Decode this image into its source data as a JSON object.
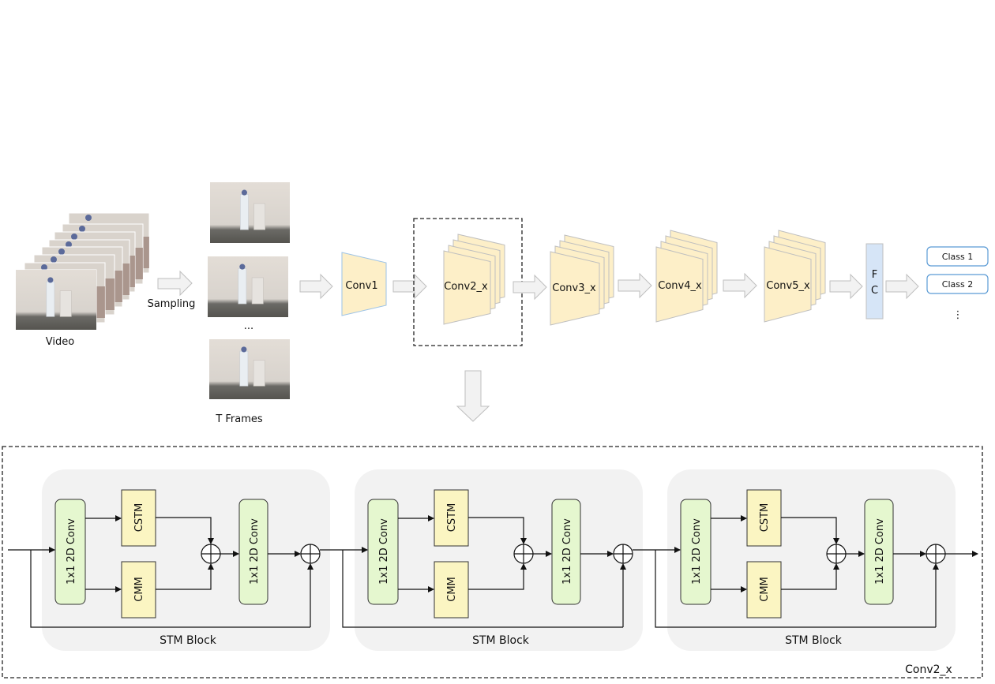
{
  "pipeline": {
    "video_label": "Video",
    "sampling_label": "Sampling",
    "frames_label": "T Frames",
    "frames_ellipsis": "...",
    "stages": [
      {
        "id": "conv1",
        "label": "Conv1"
      },
      {
        "id": "conv2",
        "label": "Conv2_x"
      },
      {
        "id": "conv3",
        "label": "Conv3_x"
      },
      {
        "id": "conv4",
        "label": "Conv4_x"
      },
      {
        "id": "conv5",
        "label": "Conv5_x"
      }
    ],
    "fc_label_line1": "F",
    "fc_label_line2": "C",
    "classes": [
      "Class 1",
      "Class 2"
    ],
    "classes_ellipsis": "⋮"
  },
  "detail": {
    "container_label": "Conv2_x",
    "blocks": [
      {
        "title": "STM Block",
        "conv_in": "1x1 2D Conv",
        "branch_top": "CSTM",
        "branch_bottom": "CMM",
        "conv_out": "1x1 2D Conv"
      },
      {
        "title": "STM Block",
        "conv_in": "1x1 2D Conv",
        "branch_top": "CSTM",
        "branch_bottom": "CMM",
        "conv_out": "1x1 2D Conv"
      },
      {
        "title": "STM Block",
        "conv_in": "1x1 2D Conv",
        "branch_top": "CSTM",
        "branch_bottom": "CMM",
        "conv_out": "1x1 2D Conv"
      }
    ]
  },
  "colors": {
    "conv_fill": "#fdefc8",
    "fc_fill": "#d6e5f7",
    "green_fill": "#e5f7cf",
    "yellow_fill": "#fbf5c2",
    "block_bg": "#f2f2f2",
    "arrow_fill": "#f2f2f2",
    "class_border": "#5b9bd5"
  }
}
